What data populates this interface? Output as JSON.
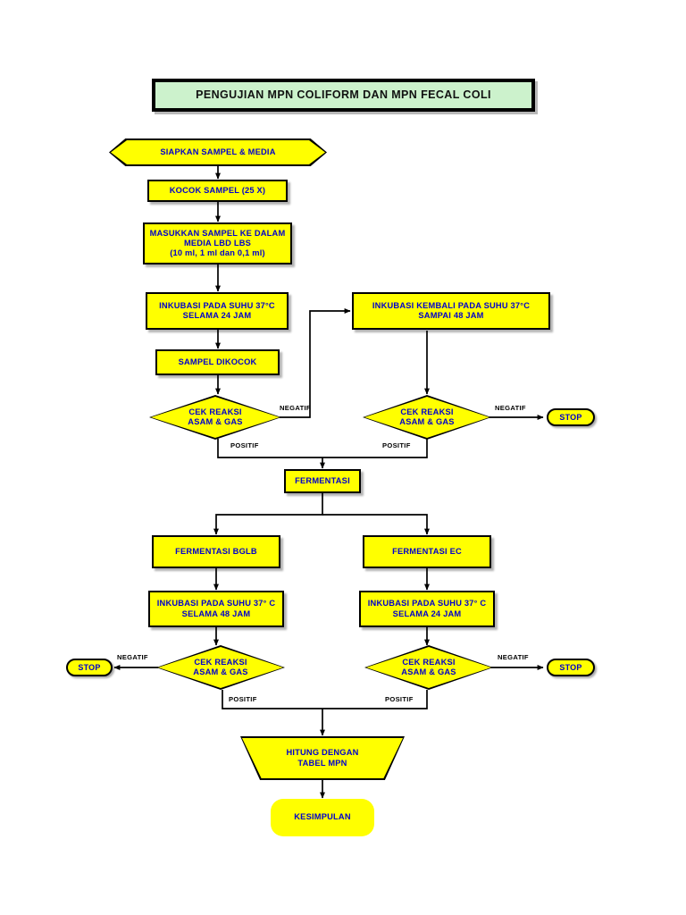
{
  "diagram": {
    "title": "PENGUJIAN MPN COLIFORM DAN MPN FECAL COLI",
    "colors": {
      "node_fill": "#FFFF00",
      "node_border": "#000000",
      "node_text": "#0000CC",
      "banner_fill": "#CCF2CC",
      "edge": "#000000",
      "edge_label_text": "#000000"
    },
    "nodes": {
      "start": {
        "label": "SIAPKAN SAMPEL & MEDIA",
        "shape": "hexagon"
      },
      "kocok": {
        "label": "KOCOK SAMPEL (25 X)",
        "shape": "rect"
      },
      "masukkan": {
        "line1": "MASUKKAN SAMPEL KE DALAM",
        "line2": "MEDIA LBD LBS",
        "line3": "(10 ml, 1 ml dan 0,1 ml)",
        "shape": "rect"
      },
      "inkubasi24": {
        "line1": "INKUBASI PADA SUHU 37°C",
        "line2": "SELAMA 24 JAM",
        "shape": "rect"
      },
      "inkubasi_kembali": {
        "line1": "INKUBASI KEMBALI PADA SUHU 37°C",
        "line2": "SAMPAI  48 JAM",
        "shape": "rect"
      },
      "sampel_dikocok": {
        "label": "SAMPEL DIKOCOK",
        "shape": "rect"
      },
      "cek1": {
        "line1": "CEK REAKSI",
        "line2": "ASAM & GAS",
        "shape": "diamond"
      },
      "cek2": {
        "line1": "CEK REAKSI",
        "line2": "ASAM & GAS",
        "shape": "diamond"
      },
      "stop_top_right": {
        "label": "STOP",
        "shape": "pill"
      },
      "fermentasi": {
        "label": "FERMENTASI",
        "shape": "rect"
      },
      "fermentasi_bglb": {
        "label": "FERMENTASI BGLB",
        "shape": "rect"
      },
      "fermentasi_ec": {
        "label": "FERMENTASI EC",
        "shape": "rect"
      },
      "inkubasi48_bglb": {
        "line1": "INKUBASI PADA SUHU 37° C",
        "line2": "SELAMA 48 JAM",
        "shape": "rect"
      },
      "inkubasi24_ec": {
        "line1": "INKUBASI PADA SUHU 37° C",
        "line2": "SELAMA 24 JAM",
        "shape": "rect"
      },
      "cek3": {
        "line1": "CEK REAKSI",
        "line2": "ASAM & GAS",
        "shape": "diamond"
      },
      "cek4": {
        "line1": "CEK REAKSI",
        "line2": "ASAM & GAS",
        "shape": "diamond"
      },
      "stop_left": {
        "label": "STOP",
        "shape": "pill"
      },
      "stop_right": {
        "label": "STOP",
        "shape": "pill"
      },
      "hitung": {
        "line1": "HITUNG DENGAN",
        "line2": "TABEL MPN",
        "shape": "trapezoid"
      },
      "kesimpulan": {
        "label": "KESIMPULAN",
        "shape": "rounded-rect"
      }
    },
    "edge_labels": {
      "negatif_cek1": "NEGATIF",
      "positif_cek1": "POSITIF",
      "negatif_cek2": "NEGATIF",
      "positif_cek2": "POSITIF",
      "negatif_cek3": "NEGATIF",
      "positif_cek3": "POSITIF",
      "negatif_cek4": "NEGATIF",
      "positif_cek4": "POSITIF"
    }
  }
}
